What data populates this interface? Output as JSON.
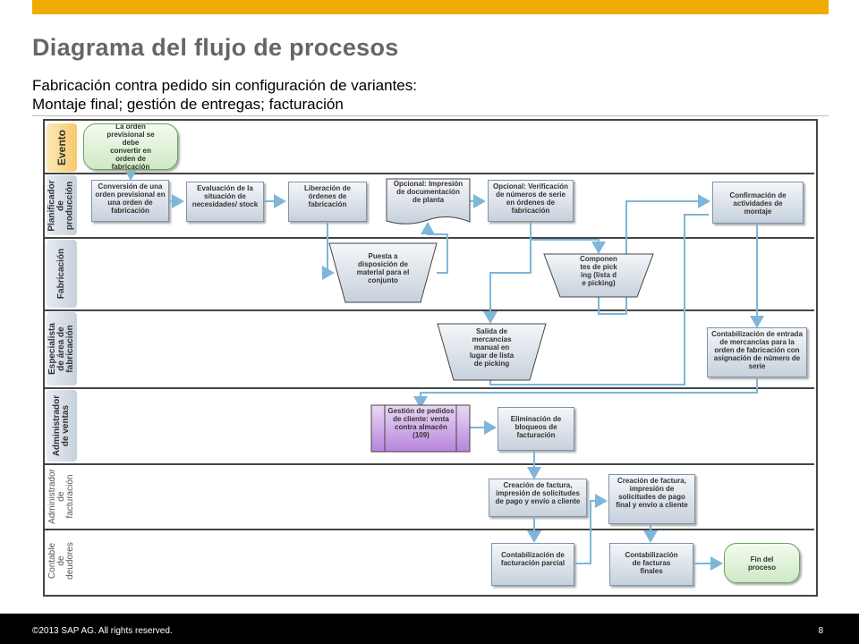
{
  "header": {
    "title": "Diagrama del flujo de procesos",
    "subtitle_line1": "Fabricación contra pedido sin configuración de variantes:",
    "subtitle_line2": "Montaje final; gestión de entregas; facturación"
  },
  "lanes": [
    {
      "label": "Evento"
    },
    {
      "label": "Planificador de producción"
    },
    {
      "label": "Fabricación"
    },
    {
      "label": "Especialista de área de fabricación"
    },
    {
      "label": "Administrador de ventas"
    },
    {
      "label": "Administrador de facturación"
    },
    {
      "label": "Contable de deudores"
    }
  ],
  "steps": {
    "start": "La orden previsional se debe convertir en orden de fabricación",
    "convert": "Conversión de una orden previsional en una orden de fabricación",
    "evaluate": "Evaluación de la situación de necesidades/ stock",
    "release": "Liberación de órdenes de fabricación",
    "print": "Opcional: Impresión de documentación de planta",
    "serial": "Opcional: Verificación de números de serie en órdenes de fabricación",
    "confirm": "Confirmación de actividades de montaje",
    "stage": "Puesta a disposición de material para el conjunto",
    "picking": "Componentes de picking (lista de picking)",
    "goods_issue": "Salida de mercancías manual en lugar de lista de picking",
    "goods_receipt": "Contabilización de entrada de mercancías para la orden de fabricación con asignación de número de serie",
    "sales_order": "Gestión de pedidos de cliente: venta contra almacén (109)",
    "remove_block": "Eliminación de bloqueos de facturación",
    "invoice_partial": "Creación de factura, impresión de solicitudes de pago y envío a cliente",
    "invoice_final": "Creación de factura, impresión de solicitudes de pago final y envío a cliente",
    "post_partial": "Contabilización de facturación parcial",
    "post_final": "Contabilización de facturas finales",
    "end": "Fin del proceso"
  },
  "footer": {
    "copyright": "©2013 SAP AG. All rights reserved.",
    "page": "8"
  },
  "colors": {
    "accent": "#f0ab00",
    "event_lane": "#f7c96a",
    "lane_label": "#c7d1dc",
    "connector": "#7eb6d9",
    "sales_order": "#c69ee0"
  }
}
